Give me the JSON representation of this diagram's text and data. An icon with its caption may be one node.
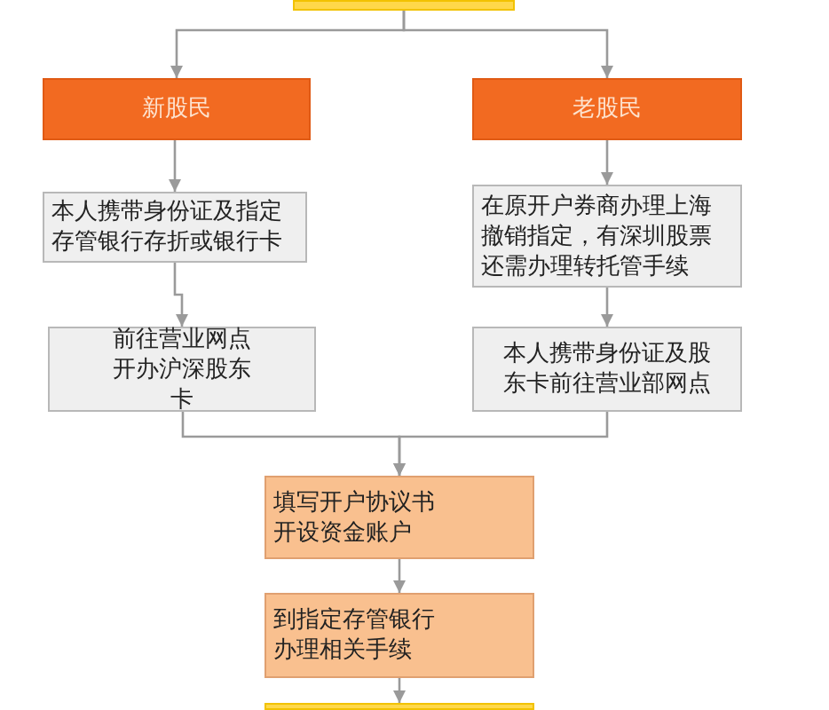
{
  "diagram": {
    "nodes": [
      {
        "text": [],
        "shape": "box"
      },
      {
        "text": [
          "新股民"
        ]
      },
      {
        "text": [
          "老股民"
        ]
      },
      {
        "text": [
          "本人携带身份证及指定存管银行存折或银行卡"
        ]
      },
      {
        "text": [
          "在原开户券商办理上海撤销指定，有深圳股票还需办理转托管手续"
        ]
      },
      {
        "text": [
          "前往营业网点开办沪深股东卡"
        ]
      },
      {
        "text": [
          "本人携带身份证及股东卡前往营业部网点"
        ]
      },
      {
        "text": [
          "填写开户协议书开设资金账户"
        ]
      },
      {
        "text": [
          "到指定存管银行办理相关手续"
        ]
      },
      {
        "text": [],
        "shape": "box"
      }
    ],
    "edges": [
      {
        "from": 0,
        "to": 1,
        "arrow": "to"
      },
      {
        "from": 0,
        "to": 2,
        "arrow": "to"
      },
      {
        "from": 1,
        "to": 3,
        "arrow": "to"
      },
      {
        "from": 3,
        "to": 5,
        "arrow": "to"
      },
      {
        "from": 2,
        "to": 4,
        "arrow": "to"
      },
      {
        "from": 4,
        "to": 6,
        "arrow": "to"
      },
      {
        "from": 5,
        "to": 7,
        "arrow": "to"
      },
      {
        "from": 6,
        "to": 7,
        "arrow": "to"
      },
      {
        "from": 7,
        "to": 8,
        "arrow": "to"
      },
      {
        "from": 8,
        "to": 9,
        "arrow": "to"
      }
    ]
  }
}
